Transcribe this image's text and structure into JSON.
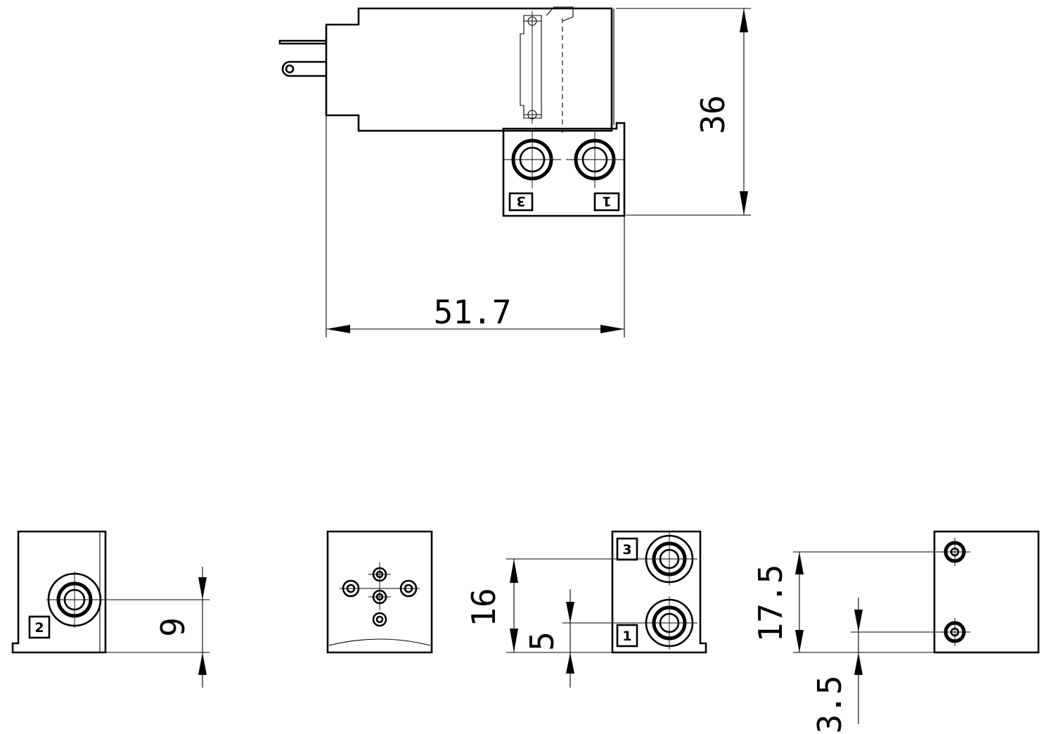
{
  "side_view": {
    "dim_height": "36",
    "dim_width": "51.7",
    "port_labels": [
      "3",
      "1"
    ]
  },
  "left_end_view": {
    "dim_port_height": "9",
    "port_label": "2"
  },
  "connector_view": {},
  "port_face_view": {
    "dim_upper": "16",
    "dim_lower": "5",
    "port_labels": [
      "3",
      "1"
    ]
  },
  "mounting_view": {
    "dim_spacing": "17.5",
    "dim_offset": "3.5"
  }
}
